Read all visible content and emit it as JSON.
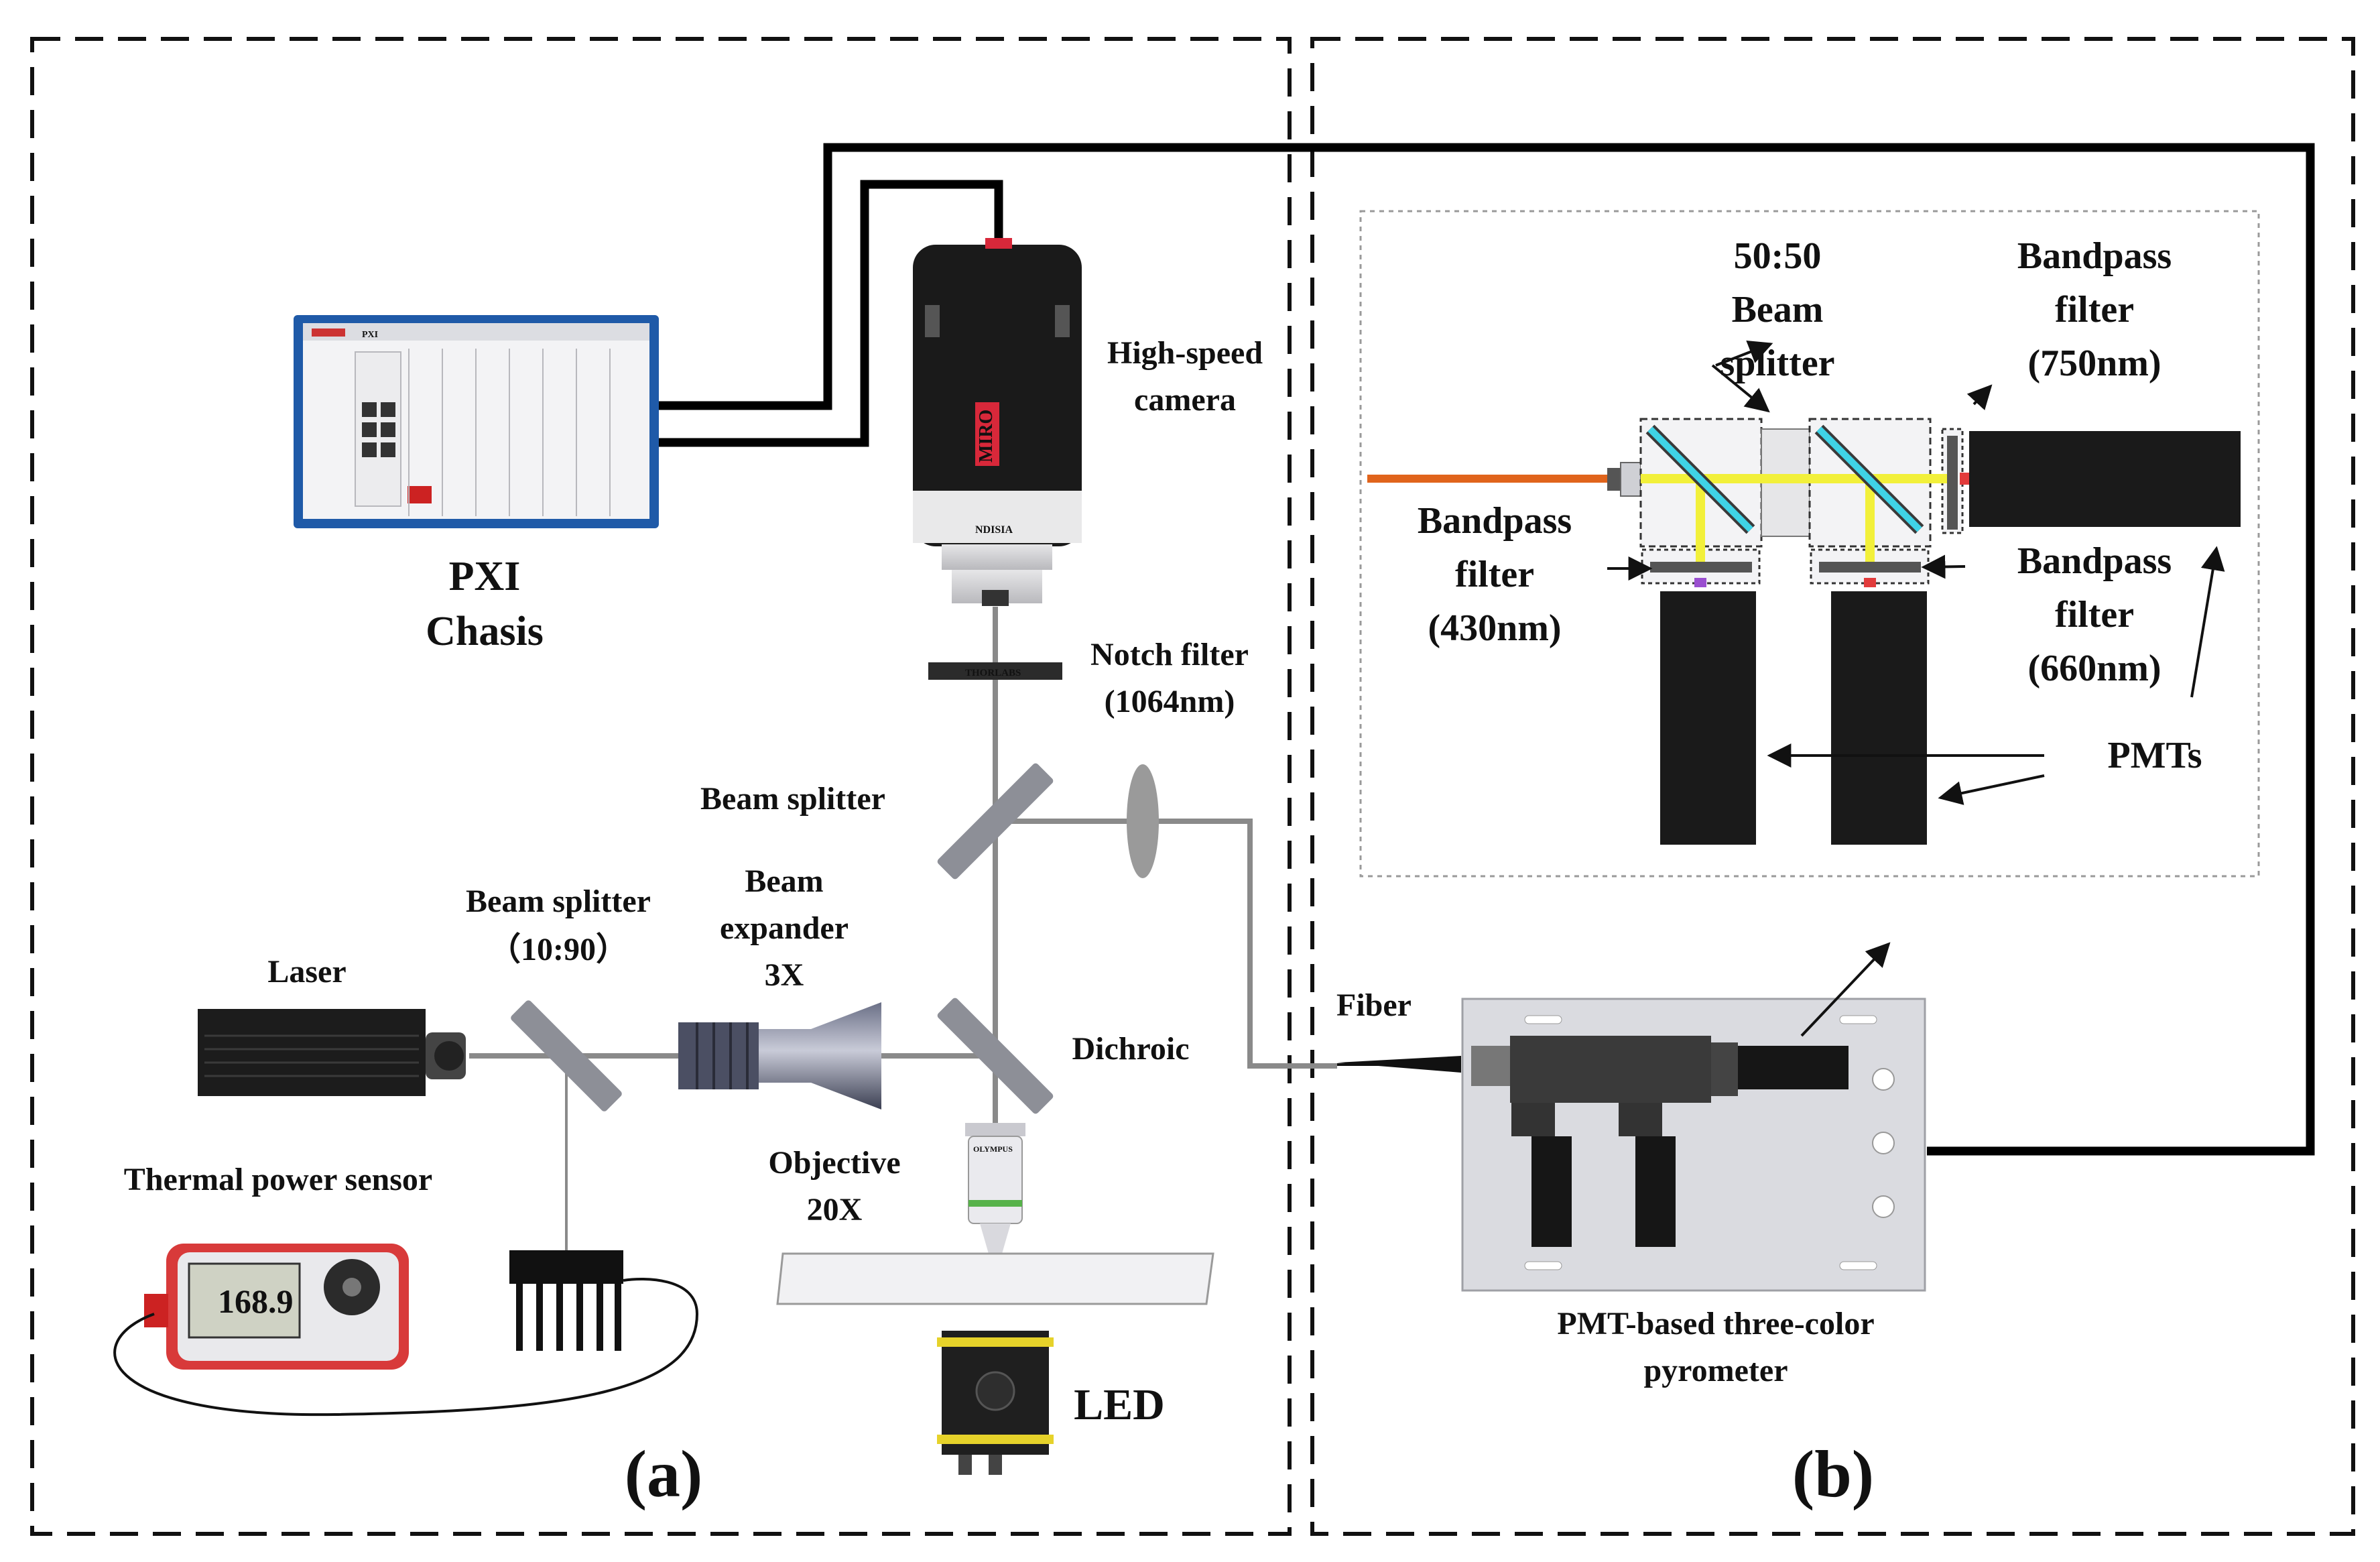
{
  "panels": {
    "a": {
      "label": "(a)"
    },
    "b": {
      "label": "(b)"
    }
  },
  "labels": {
    "pxi_line1": "PXI",
    "pxi_line2": "Chasis",
    "camera_line1": "High-speed",
    "camera_line2": "camera",
    "notch_line1": "Notch filter",
    "notch_line2": "(1064nm)",
    "beam_splitter": "Beam splitter",
    "beam_splitter_1090_line1": "Beam splitter",
    "beam_splitter_1090_line2": "（10:90）",
    "expander_line1": "Beam",
    "expander_line2": "expander",
    "expander_line3": "3X",
    "laser": "Laser",
    "dichroic": "Dichroic",
    "objective_line1": "Objective",
    "objective_line2": "20X",
    "thermal_power_sensor": "Thermal power sensor",
    "led": "LED",
    "fiber": "Fiber",
    "pyrometer_line1": "PMT-based three-color",
    "pyrometer_line2": "pyrometer",
    "bs5050_line1": "50:50",
    "bs5050_line2": "Beam",
    "bs5050_line3": "splitter",
    "bp750_line1": "Bandpass",
    "bp750_line2": "filter",
    "bp750_line3": "(750nm)",
    "bp430_line1": "Bandpass",
    "bp430_line2": "filter",
    "bp430_line3": "(430nm)",
    "bp660_line1": "Bandpass",
    "bp660_line2": "filter",
    "bp660_line3": "(660nm)",
    "pmts": "PMTs"
  },
  "device_text": {
    "power_reading": "168.9",
    "camera_brand": "MIRO",
    "camera_maker": "NDISIA",
    "notch_maker": "THORLABS",
    "chassis_brand": "PXI",
    "objective_brand": "OLYMPUS"
  },
  "colors": {
    "beam_gray": "#8a8a8a",
    "signal_yellow": "#f2f03a",
    "fiber_orange": "#e0641c",
    "optic_cyan": "#3fd3e6",
    "chassis_blue": "#1f5aa8",
    "sensor_red": "#d83a3a",
    "led_yellow": "#e6d22a"
  }
}
